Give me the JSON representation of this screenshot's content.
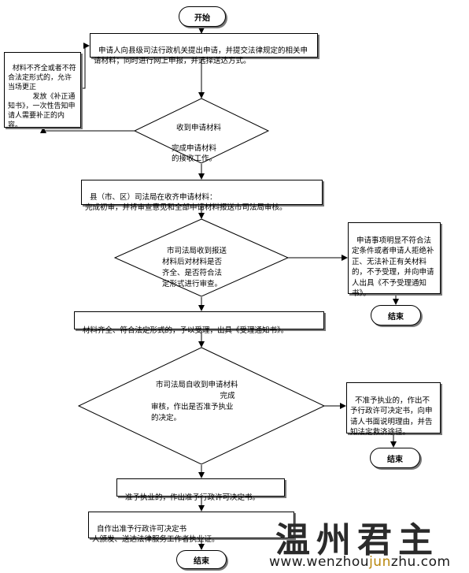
{
  "start_label": "开始",
  "step1_text": "申请人向县级司法行政机关提出申请，并提交法律规定的相关申请材料；同时进行网上申报，并选择送达方式。",
  "side_note_text": "材料不齐全或者不符合法定形式的，允许当场更正\n           发放《补正通知书》，一次性告知申请人需要补正的内容。",
  "decision1_text": "收到申请材料\n\n完成申请材料\n的接收工作。",
  "step2_text": "县（市、区）司法局在收齐申请材料：                                        完成初审，并将审查意见和全部申请材料报送市司法局审核。",
  "decision2_text": "市司法局收到报送\n材料后对材料是否\n齐全、是否符合法\n定形式进行审查。",
  "reject1_text": "申请事项明显不符合法定条件或者申请人拒绝补正、无法补正有关材料的，不予受理，并向申请人出具《不予受理通知书》。",
  "end1_label": "结束",
  "step3_text": "材料齐全、符合法定形式的，予以受理，出具《受理通知书》。",
  "decision3_text": "市司法局自收到申请材料\n                             完成\n审核，作出是否准予执业\n的决定。",
  "reject2_text": "不准予执业的，作出不予行政许可决定书，向申请人书面说明理由，并告知法定救济途径。",
  "end2_label": "结束",
  "step4_text": "准予执业的，作出准予行政许可决定书。",
  "step5_text": "自作出准予行政许可决定书\n人颁发、送达法律服务工作者执业证。",
  "end3_label": "结束",
  "watermark": {
    "chinese": "温州君主",
    "url_prefix": "www.wenzhou",
    "url_highlight": "jun",
    "url_suffix": "zhu.com"
  }
}
